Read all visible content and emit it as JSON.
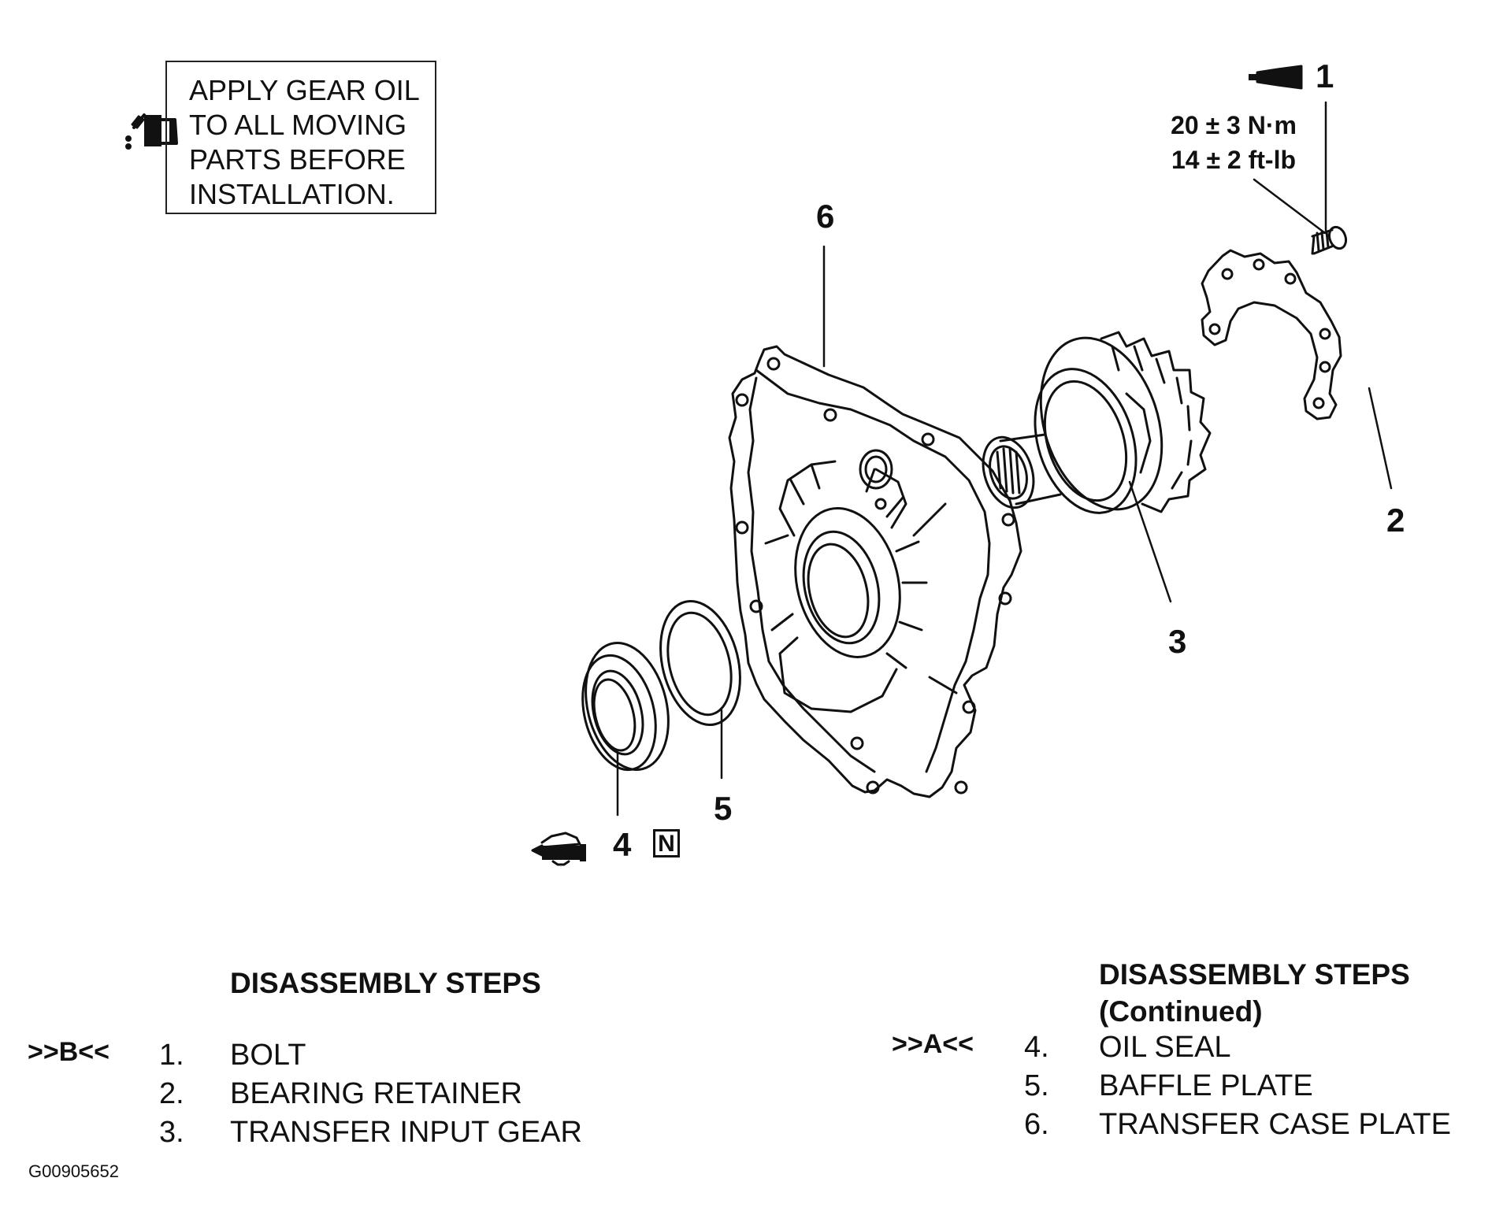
{
  "note": {
    "lines": [
      "APPLY GEAR OIL",
      "TO ALL MOVING",
      "PARTS BEFORE",
      "INSTALLATION."
    ],
    "icon": "oil-can-icon"
  },
  "callouts": {
    "c1": "1",
    "c2": "2",
    "c3": "3",
    "c4": "4",
    "c5": "5",
    "c6": "6"
  },
  "torque": {
    "metric": "20 ± 3 N·m",
    "imperial": "14 ± 2 ft-lb"
  },
  "badges": {
    "n": "N"
  },
  "icons": {
    "sealant_tube": "sealant-tube-icon",
    "grease_gun": "grease-gun-icon"
  },
  "steps_left": {
    "title": "DISASSEMBLY STEPS",
    "marker": ">>B<<",
    "items": [
      {
        "num": "1.",
        "name": "BOLT"
      },
      {
        "num": "2.",
        "name": "BEARING RETAINER"
      },
      {
        "num": "3.",
        "name": "TRANSFER INPUT GEAR"
      }
    ]
  },
  "steps_right": {
    "title": "DISASSEMBLY STEPS",
    "subtitle": "(Continued)",
    "marker": ">>A<<",
    "items": [
      {
        "num": "4.",
        "name": "OIL SEAL"
      },
      {
        "num": "5.",
        "name": "BAFFLE PLATE"
      },
      {
        "num": "6.",
        "name": "TRANSFER CASE PLATE"
      }
    ]
  },
  "figure_id": "G00905652"
}
